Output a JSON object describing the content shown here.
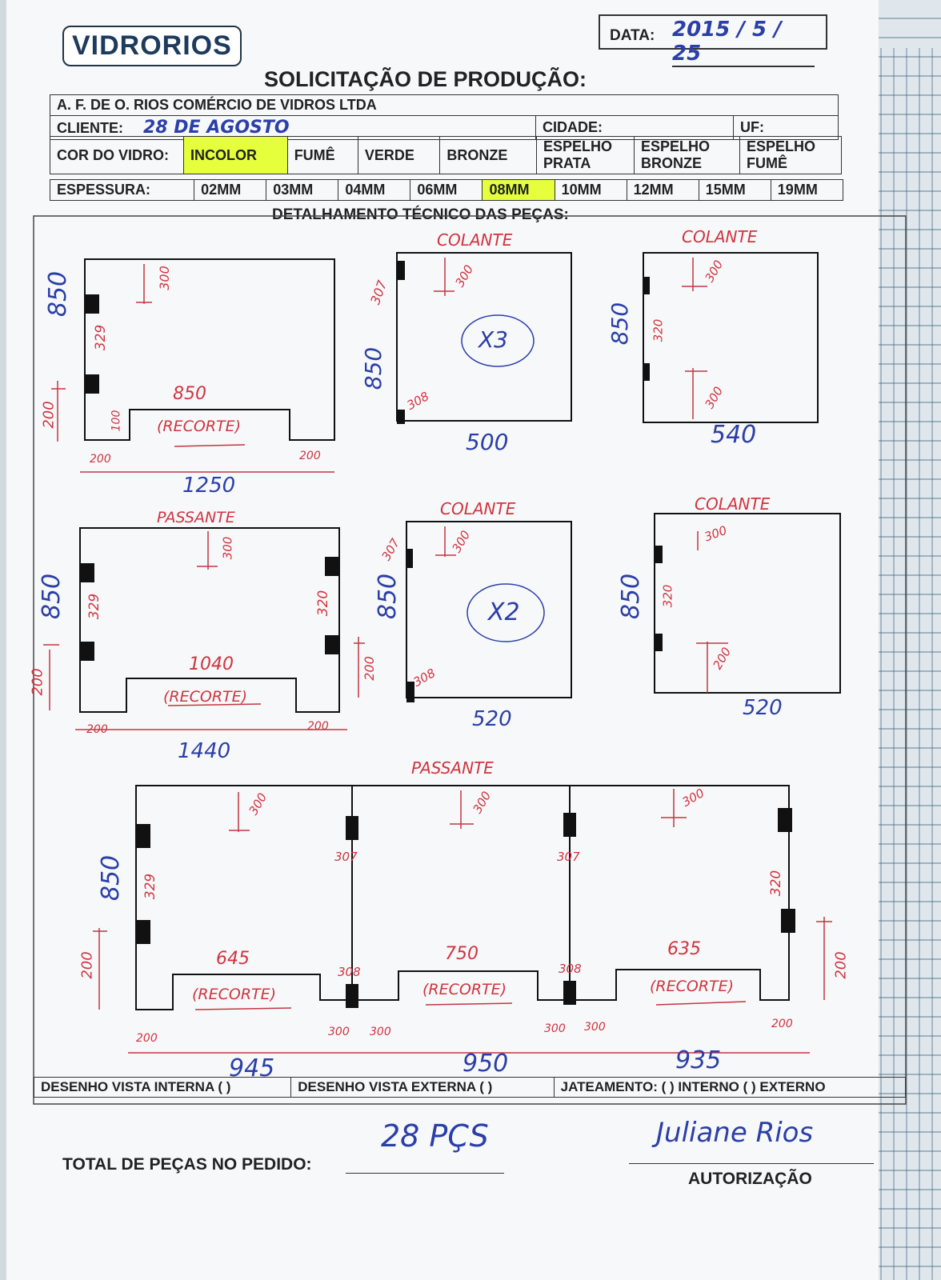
{
  "logo": "VIDRORIOS",
  "date": {
    "label": "DATA:",
    "value": "2015 / 5 / 25"
  },
  "title": "SOLICITAÇÃO DE PRODUÇÃO:",
  "company": "A. F. DE O. RIOS COMÉRCIO DE VIDROS LTDA",
  "client": {
    "label": "CLIENTE:",
    "value": "28 DE AGOSTO",
    "city_label": "CIDADE:",
    "uf_label": "UF:"
  },
  "color": {
    "label": "COR DO VIDRO:",
    "options": [
      "INCOLOR",
      "FUMÊ",
      "VERDE",
      "BRONZE",
      "ESPELHO PRATA",
      "ESPELHO BRONZE",
      "ESPELHO FUMÊ"
    ],
    "selected": "INCOLOR"
  },
  "thickness": {
    "label": "ESPESSURA:",
    "options": [
      "02MM",
      "03MM",
      "04MM",
      "06MM",
      "08MM",
      "10MM",
      "12MM",
      "15MM",
      "19MM"
    ],
    "selected": "08MM"
  },
  "highlight_color": "#e6ff3c",
  "section_title": "DETALHAMENTO TÉCNICO DAS PEÇAS:",
  "drawings": {
    "d1": {
      "height": "850",
      "w_total": "1250",
      "cut": "850",
      "cut_label": "(RECORTE)",
      "gap": "329",
      "bottom": "200",
      "top": "300",
      "left_base": "200",
      "right_base": "200",
      "cut_h": "100"
    },
    "d2": {
      "note": "COLANTE",
      "qty": "X3",
      "height": "850",
      "width": "500",
      "top": "300",
      "a": "307",
      "b": "308"
    },
    "d3": {
      "note": "COLANTE",
      "height": "850",
      "width": "540",
      "gap": "320",
      "top": "300",
      "bottom": "300"
    },
    "d4": {
      "note": "PASSANTE",
      "height": "850",
      "w_total": "1440",
      "cut": "1040",
      "cut_label": "(RECORTE)",
      "gap_l": "329",
      "gap_r": "320",
      "bottom_l": "200",
      "bottom_r": "200",
      "top": "300",
      "base_l": "200",
      "base_r": "200"
    },
    "d5": {
      "note": "COLANTE",
      "qty": "X2",
      "height": "850",
      "width": "520",
      "top": "300",
      "a": "307",
      "b": "308"
    },
    "d6": {
      "note": "COLANTE",
      "height": "850",
      "width": "520",
      "gap": "320",
      "top": "300",
      "bottom": "200"
    },
    "d7": {
      "note": "PASSANTE",
      "height": "850",
      "gap_l": "329",
      "gap_r": "320",
      "bottom_l": "200",
      "bottom_r": "200",
      "cuts": [
        "645",
        "750",
        "635"
      ],
      "cut_label": "(RECORTE)",
      "mid_a": "307",
      "mid_b": "308",
      "widths": [
        "945",
        "950",
        "935"
      ],
      "tops": [
        "300",
        "300",
        "300"
      ],
      "bases": [
        "200",
        "300",
        "300",
        "300",
        "300",
        "200"
      ]
    }
  },
  "footer": {
    "internal": "DESENHO VISTA INTERNA ( )",
    "external": "DESENHO VISTA EXTERNA ( )",
    "blasting": "JATEAMENTO: ( ) INTERNO ( ) EXTERNO"
  },
  "total": {
    "label": "TOTAL DE PEÇAS NO PEDIDO:",
    "value": "28 PÇS"
  },
  "authorization": {
    "label": "AUTORIZAÇÃO",
    "signature": "Juliane Rios"
  }
}
